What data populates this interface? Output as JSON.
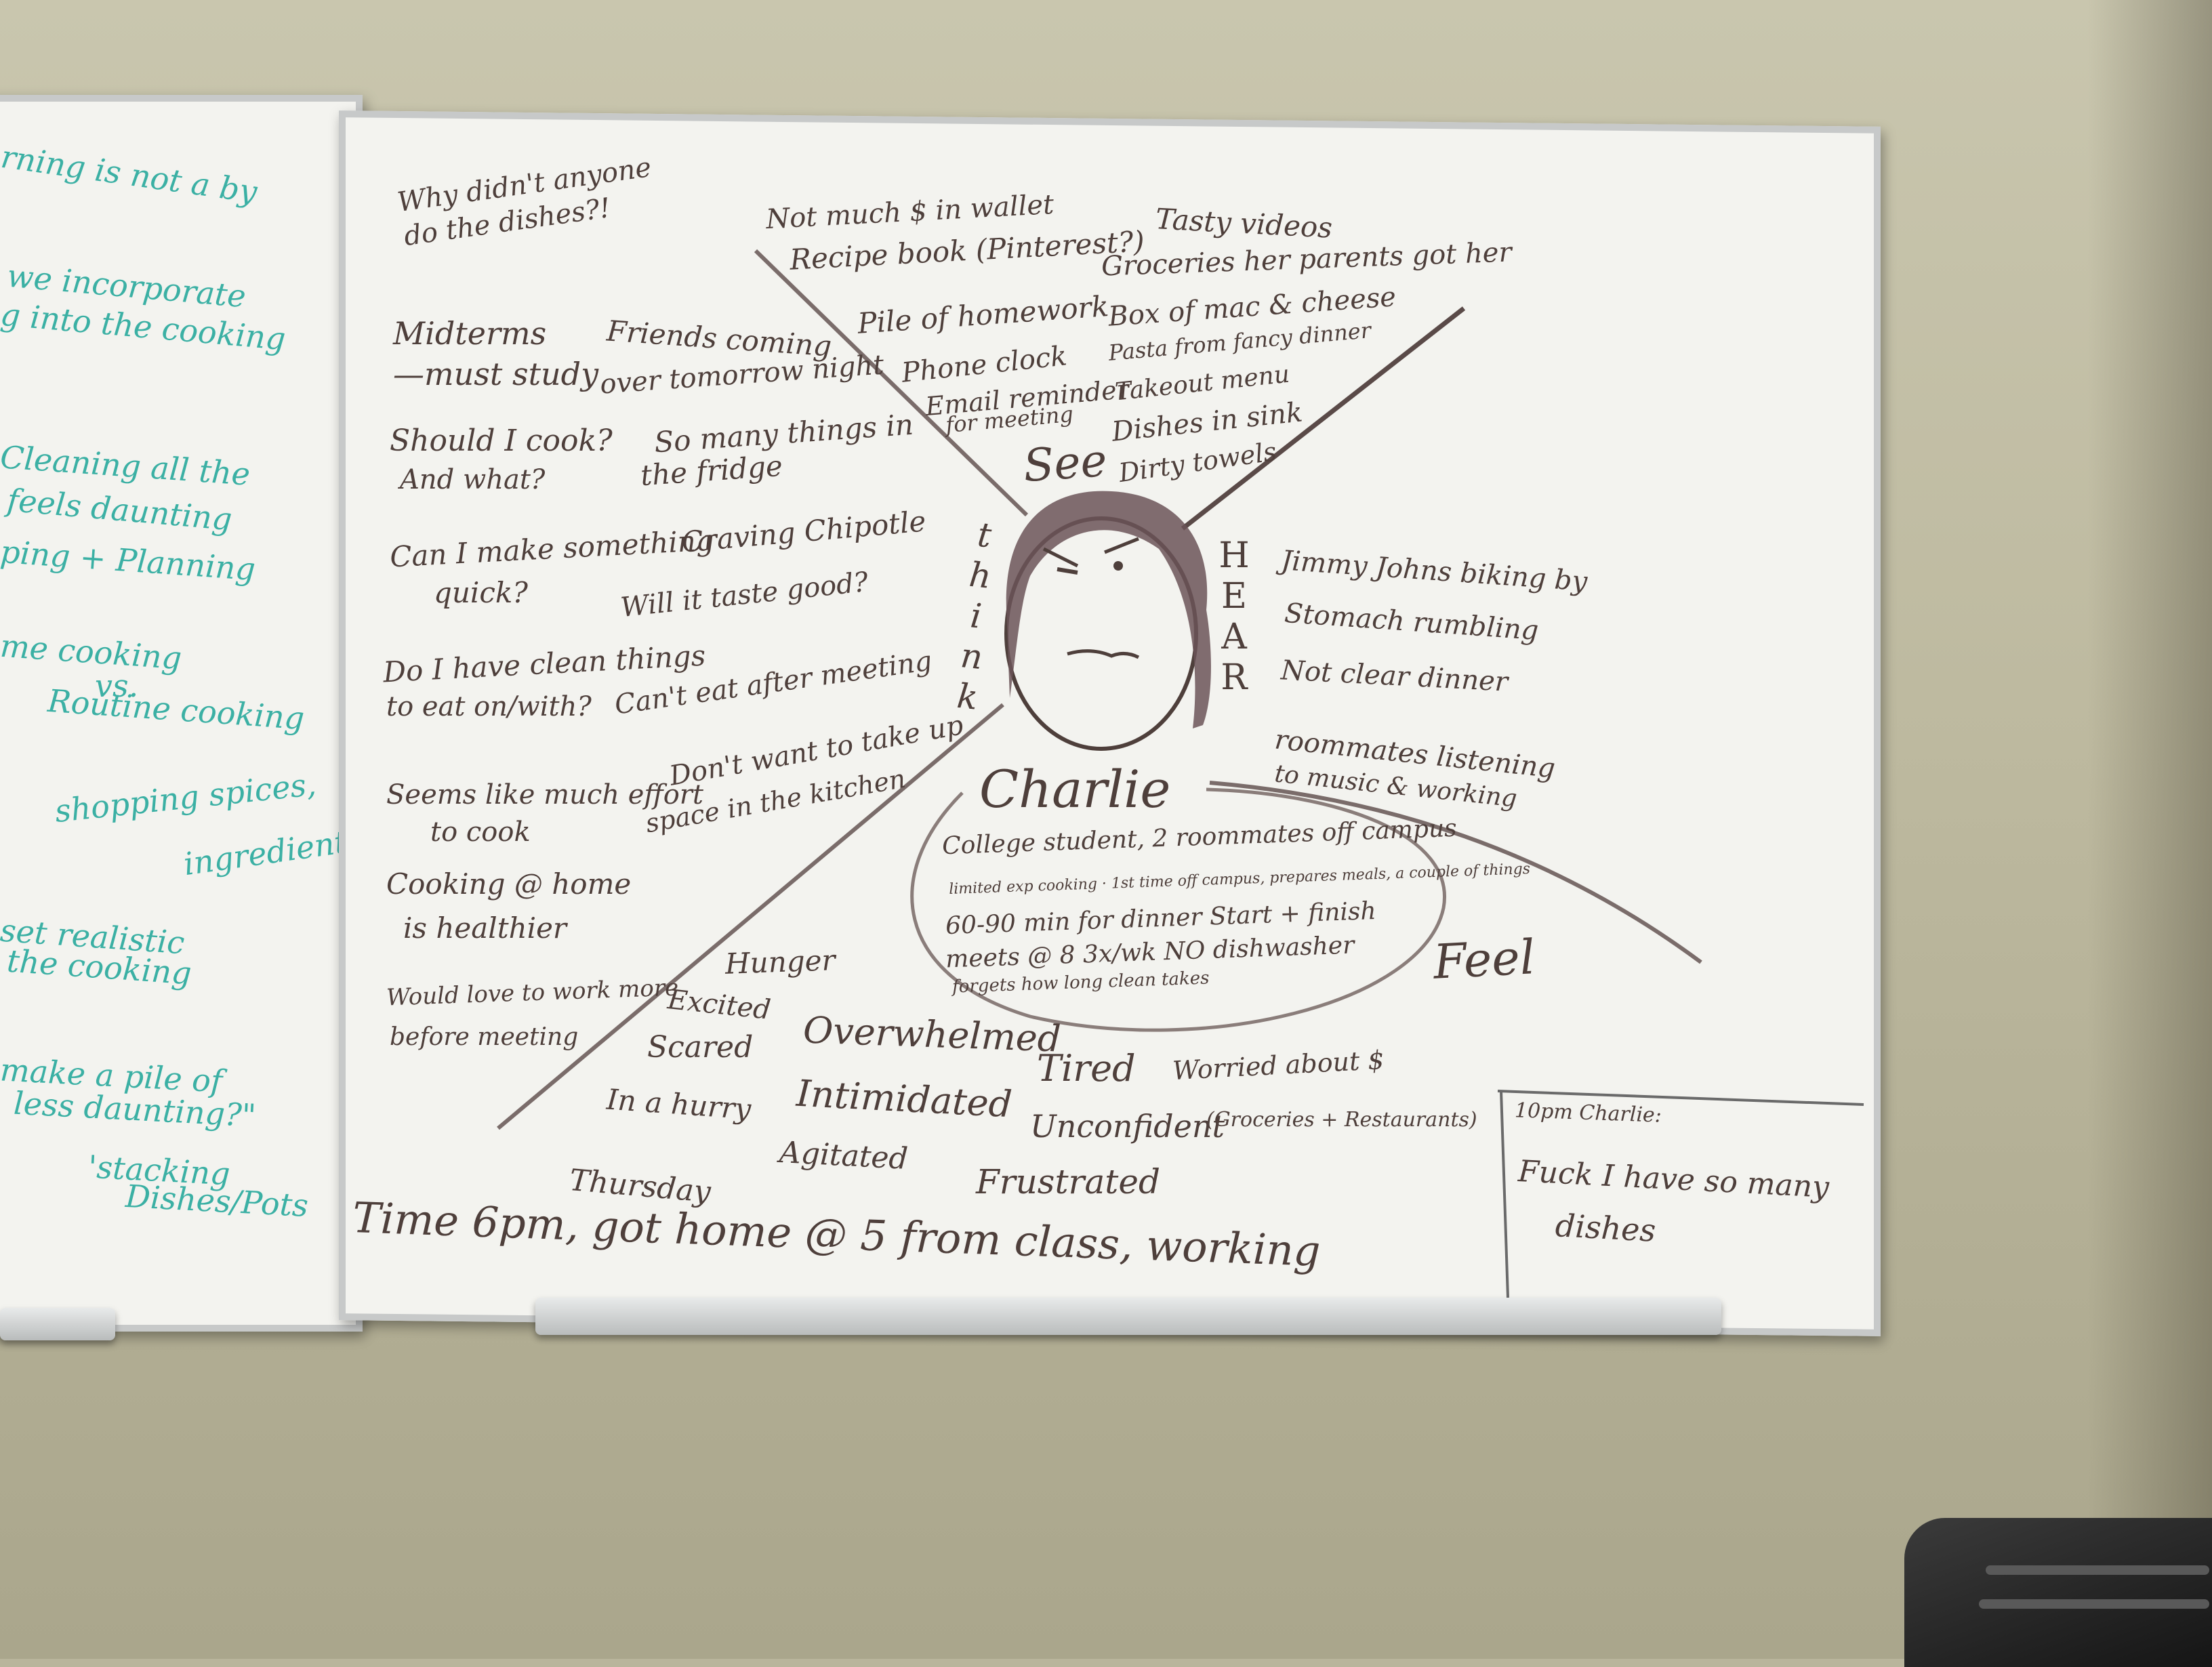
{
  "left_board": {
    "fragments": [
      "rning is not a by",
      "we incorporate",
      "g into the cooking",
      "Cleaning all the",
      "feels daunting",
      "ping + Planning",
      "me cooking",
      "vs.",
      "Routine cooking",
      "shopping spices,",
      "ingredients",
      "set realistic",
      "the cooking",
      "make a pile of",
      "less daunting?\"",
      "'stacking",
      "Dishes/Pots"
    ]
  },
  "main_board": {
    "think": {
      "letters": "think",
      "items": [
        "Why didn't anyone",
        "do the dishes?!",
        "Midterms",
        "—must study",
        "Friends coming",
        "over tomorrow night",
        "Should I cook?",
        "And what?",
        "So many things in",
        "the fridge",
        "Can I make something",
        "quick?",
        "Craving Chipotle",
        "Will it taste good?",
        "Do I have clean things",
        "to eat on/with?",
        "Can't eat after meeting",
        "Seems like much effort",
        "to cook",
        "Don't want to take up",
        "space in the kitchen",
        "Cooking @ home",
        "is healthier",
        "Would love to work more",
        "before meeting"
      ]
    },
    "see": {
      "label": "See",
      "items": [
        "Not much $ in wallet",
        "Recipe book (Pinterest?)",
        "Tasty videos",
        "Groceries her parents got her",
        "Pile of homework",
        "Box of mac & cheese",
        "Pasta from fancy dinner",
        "Phone clock",
        "Email reminder",
        "for meeting",
        "Takeout menu",
        "Dishes in sink",
        "Dirty towels"
      ]
    },
    "hear": {
      "letters": "HEAR",
      "items": [
        "Jimmy Johns biking by",
        "Stomach rumbling",
        "Not clear dinner",
        "roommates listening",
        "to music & working"
      ]
    },
    "feel": {
      "label": "Feel",
      "items": [
        "Hunger",
        "Excited",
        "Scared",
        "Overwhelmed",
        "Tired",
        "Worried about $",
        "(Groceries + Restaurants)",
        "In a hurry",
        "Intimidated",
        "Unconfident",
        "Agitated",
        "Frustrated"
      ]
    },
    "persona": {
      "name": "Charlie",
      "details": [
        "College student, 2 roommates off campus",
        "limited exp cooking · 1st time off campus, prepares meals, a couple of things",
        "60-90 min for dinner  Start + finish",
        "meets @ 8  3x/wk    NO dishwasher",
        "forgets how long clean takes"
      ]
    },
    "footer": {
      "day": "Thursday",
      "time": "Time 6pm, got home @ 5 from class, working"
    },
    "quote_box": {
      "header": "10pm Charlie:",
      "line1": "Fuck I have so many",
      "line2": "dishes"
    }
  },
  "colors": {
    "marker_main": "#4e3f3b",
    "marker_teal": "#3bb0a4",
    "face_hair": "#6b5358"
  }
}
